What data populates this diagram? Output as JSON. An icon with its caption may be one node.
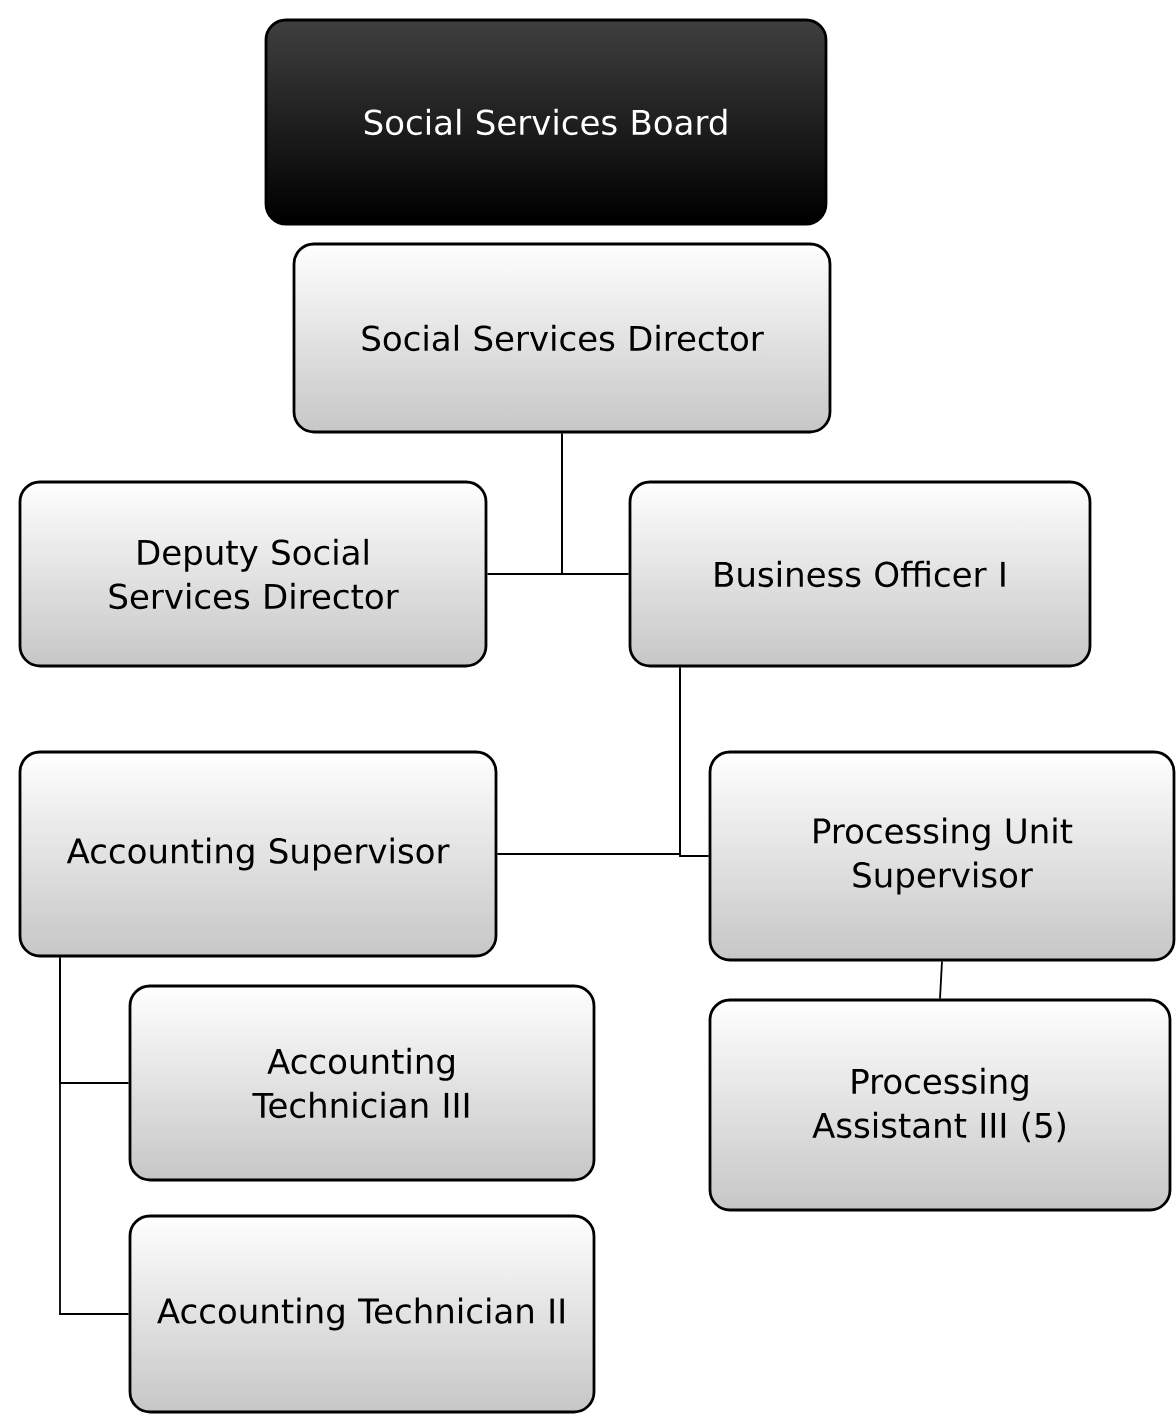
{
  "diagram": {
    "nodes": [
      {
        "text": [
          "Social Services Board"
        ]
      },
      {
        "text": [
          "Social Services Director"
        ]
      },
      {
        "text": [
          "Deputy Social Services Director"
        ]
      },
      {
        "text": [
          "Business Officer I"
        ]
      },
      {
        "text": [
          "Accounting Supervisor"
        ]
      },
      {
        "text": [
          "Processing Unit Supervisor"
        ]
      },
      {
        "text": [
          "Accounting Technician III"
        ]
      },
      {
        "text": [
          "Processing Assistant III (5)"
        ]
      },
      {
        "text": [
          "Accounting Technician II"
        ]
      }
    ],
    "edges": [
      {
        "from": 1,
        "to": 2,
        "arrow": "none"
      },
      {
        "from": 1,
        "to": 3,
        "arrow": "none"
      },
      {
        "from": 3,
        "to": 4,
        "arrow": "none"
      },
      {
        "from": 3,
        "to": 5,
        "arrow": "none"
      },
      {
        "from": 5,
        "to": 7,
        "arrow": "none"
      },
      {
        "from": 4,
        "to": 6,
        "arrow": "none"
      },
      {
        "from": 4,
        "to": 8,
        "arrow": "none"
      }
    ]
  }
}
